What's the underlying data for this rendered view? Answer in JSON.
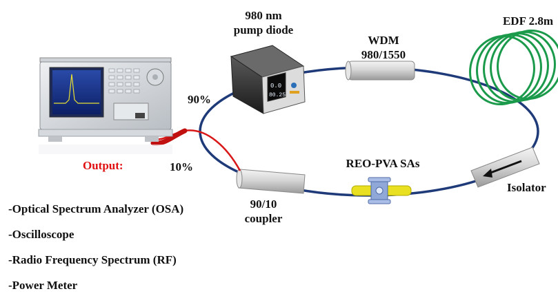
{
  "labels": {
    "pump": [
      "980 nm",
      "pump diode"
    ],
    "wdm": [
      "WDM",
      "980/1550"
    ],
    "edf": "EDF 2.8m",
    "ninety_percent": "90%",
    "output": "Output:",
    "ten_percent": "10%",
    "saturable_absorber": "REO-PVA SAs",
    "isolator": "Isolator",
    "coupler": [
      "90/10",
      "coupler"
    ]
  },
  "output_instruments": [
    "-Optical Spectrum Analyzer (OSA)",
    "-Oscilloscope",
    "-Radio Frequency Spectrum (RF)",
    "-Power Meter"
  ],
  "pump_display": [
    "0.0",
    "80.25"
  ],
  "colors": {
    "fiber": "#1e3a78",
    "output_text": "#e01010",
    "output_cable": "#d81818",
    "edf_coil": "#1a9a4a",
    "sa_connector": "#e8e020",
    "component_metal": "#c8c8c8"
  }
}
